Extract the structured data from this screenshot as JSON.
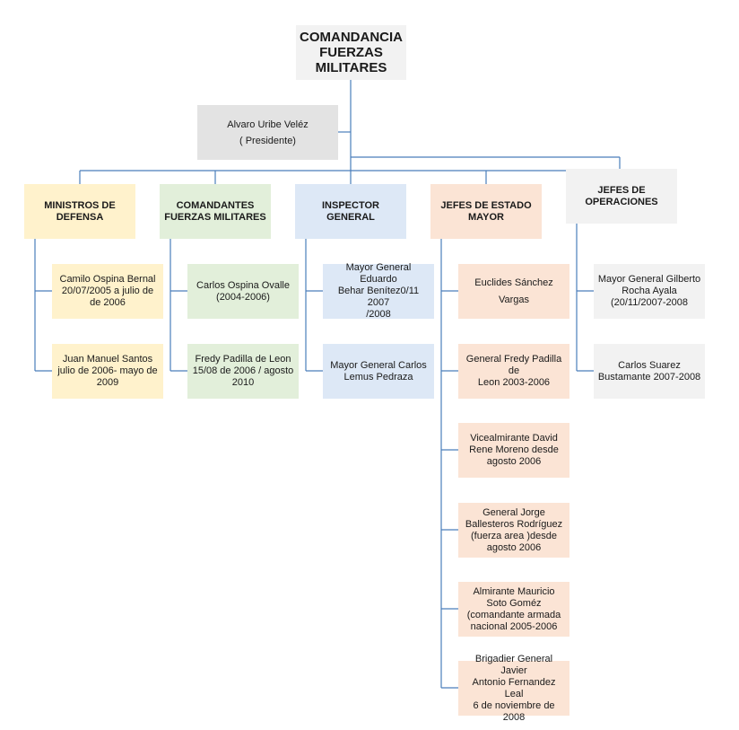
{
  "colors": {
    "line": "#4a7ebb",
    "top": "#f2f2f2",
    "president": "#e3e3e3",
    "ministros": "#fff2cc",
    "comandantes": "#e2efda",
    "inspector": "#dde8f6",
    "jefes_estado": "#fbe4d5",
    "jefes_operaciones": "#f2f2f2"
  },
  "top": {
    "label": "COMANDANCIA\nFUERZAS\nMILITARES"
  },
  "president": {
    "label": "Alvaro Uribe Veléz\n( Presidente)"
  },
  "branches": [
    {
      "header": "MINISTROS DE\nDEFENSA",
      "members": [
        "Camilo  Ospina Bernal\n20/07/2005  a julio de\nde 2006",
        "Juan Manuel Santos\njulio de  2006- mayo de\n2009"
      ]
    },
    {
      "header": "COMANDANTES\nFUERZAS MILITARES",
      "members": [
        "Carlos Ospina Ovalle\n(2004-2006)",
        "Fredy Padilla de Leon\n15/08  de  2006 / agosto\n2010"
      ]
    },
    {
      "header": "INSPECTOR GENERAL",
      "members": [
        "Mayor General Eduardo\nBehar Benítez0/11 2007\n/2008",
        "Mayor General Carlos\nLemus Pedraza"
      ]
    },
    {
      "header": "JEFES DE ESTADO\nMAYOR",
      "members": [
        "Euclides  Sánchez\nVargas",
        "General Fredy Padilla de\nLeon 2003-2006",
        "Vicealmirante David\nRene Moreno desde\nagosto 2006",
        "General  Jorge\nBallesteros  Rodríguez\n(fuerza area )desde\nagosto 2006",
        "Almirante  Mauricio\nSoto Goméz\n(comandante armada\nnacional  2005-2006",
        "Brigadier General  Javier\nAntonio Fernandez  Leal\n6 de noviembre de 2008"
      ]
    },
    {
      "header": "JEFES DE OPERACIONES",
      "members": [
        "Mayor  General Gilberto\nRocha Ayala\n(20/11/2007-2008",
        "Carlos  Suarez\nBustamante 2007-2008"
      ]
    }
  ]
}
